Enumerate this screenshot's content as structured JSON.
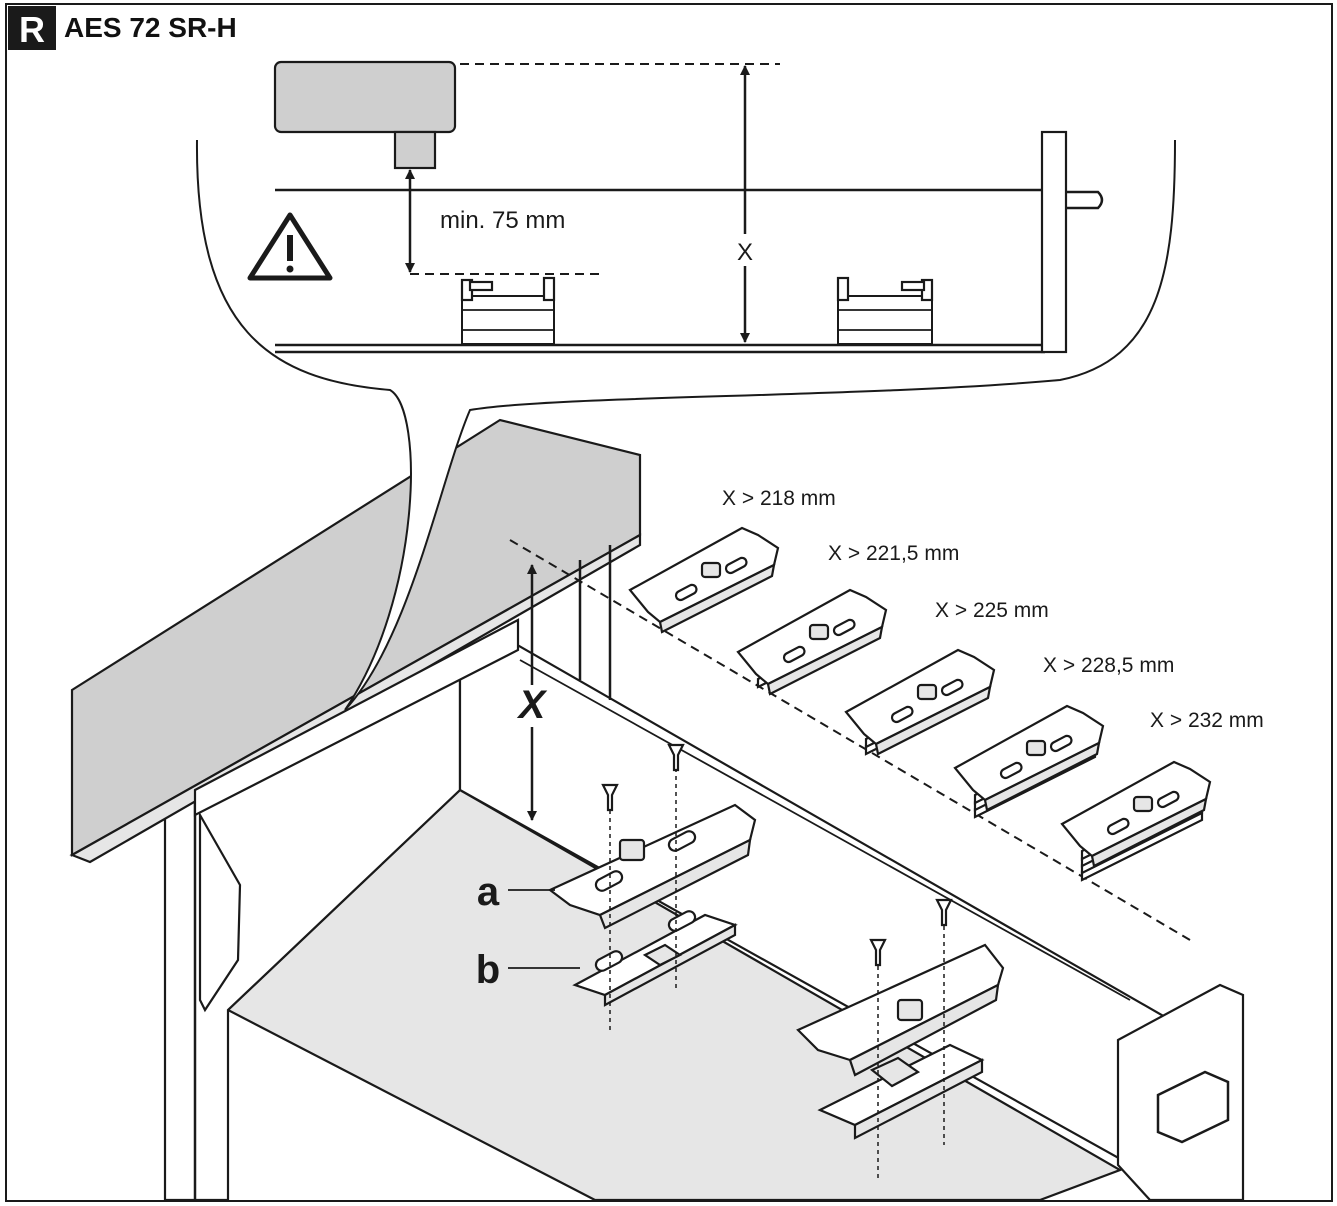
{
  "header": {
    "badge": "R",
    "title": "AES 72 SR-H"
  },
  "detail": {
    "min_clearance": "min. 75 mm",
    "dimension_symbol": "X"
  },
  "main": {
    "dimension_symbol": "X",
    "part_a": "a",
    "part_b": "b"
  },
  "spacers": [
    {
      "label": "X > 218 mm",
      "layers": 0
    },
    {
      "label": "X > 221,5 mm",
      "layers": 1
    },
    {
      "label": "X > 225 mm",
      "layers": 2
    },
    {
      "label": "X > 228,5 mm",
      "layers": 3
    },
    {
      "label": "X > 232 mm",
      "layers": 4
    }
  ],
  "icons": {
    "warning": "warning-triangle-icon"
  },
  "colors": {
    "line": "#1a1a1a",
    "surface": "#cfcfcf",
    "floor": "#e6e6e6",
    "badge_bg": "#1a1a1a"
  }
}
